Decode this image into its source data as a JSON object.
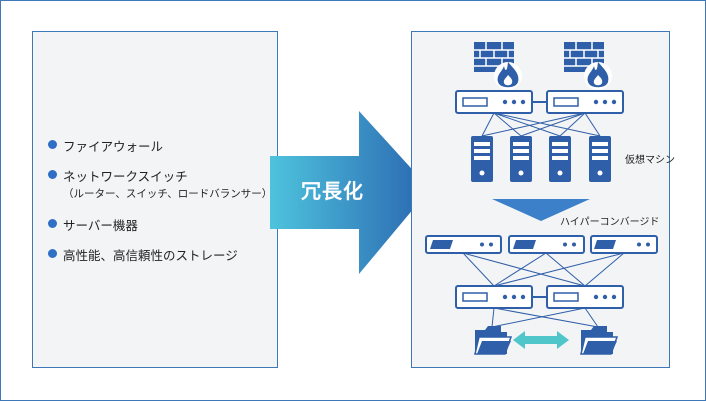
{
  "left": {
    "items": [
      {
        "label": "ファイアウォール",
        "note": ""
      },
      {
        "label": "ネットワークスイッチ",
        "note": "（ルーター、スイッチ、ロードバランサー）"
      },
      {
        "label": "サーバー機器",
        "note": ""
      },
      {
        "label": "高性能、高信頼性のストレージ",
        "note": ""
      }
    ]
  },
  "arrow": {
    "label": "冗長化"
  },
  "right": {
    "vm_label": "仮想マシン",
    "hci_label": "ハイパーコンバージド"
  },
  "colors": {
    "border": "#3e78b8",
    "accent": "#2f6fc6",
    "arrow_start": "#4ec3dd",
    "arrow_end": "#2a66b0",
    "sync_arrow": "#4fc6c9"
  },
  "icons": [
    "firewall-icon",
    "switch-icon",
    "server-icon",
    "folder-icon",
    "sync-arrow-icon"
  ]
}
